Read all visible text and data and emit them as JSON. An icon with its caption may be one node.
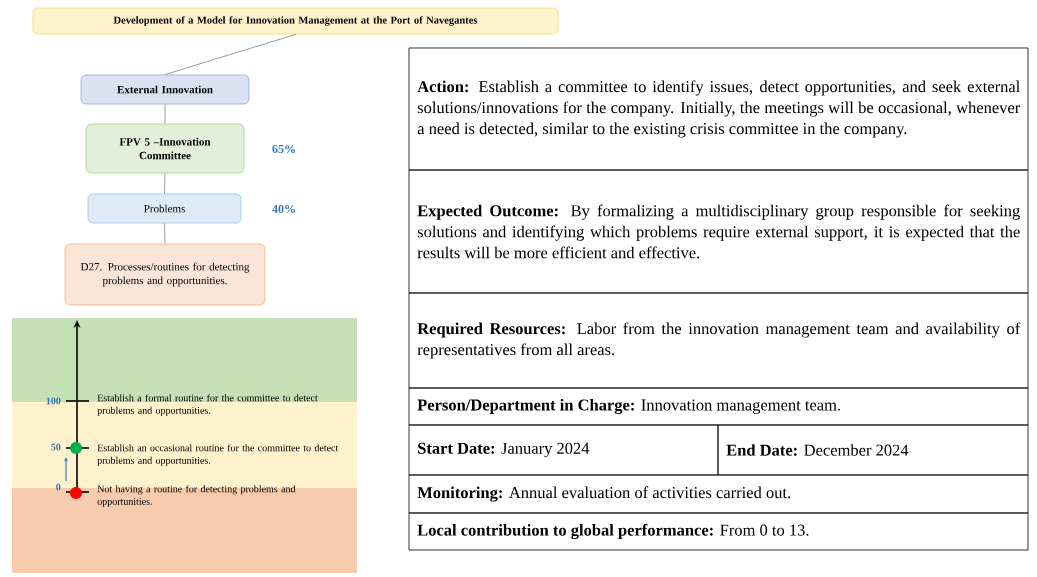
{
  "diagram": {
    "nodes": [
      {
        "text": [
          "Development of a Model for Innovation Management at the Port of Navegantes"
        ]
      },
      {
        "text": [
          "External Innovation"
        ]
      },
      {
        "text": [
          "FPV 5 –Innovation Committee"
        ],
        "beside": [
          "65%"
        ]
      },
      {
        "text": [
          "Problems"
        ],
        "beside": [
          "40%"
        ]
      },
      {
        "text": [
          "D27. Processes/routines for detecting problems and opportunities."
        ]
      }
    ],
    "edges": [
      {
        "from": 0,
        "to": 1,
        "arrow": "none"
      },
      {
        "from": 1,
        "to": 2,
        "arrow": "none"
      },
      {
        "from": 2,
        "to": 3,
        "arrow": "none"
      },
      {
        "from": 3,
        "to": 4,
        "arrow": "none"
      }
    ],
    "labels": [
      "100",
      "Establish a formal routine for the committee to detect problems and opportunities.",
      "50",
      "Establish an occasional routine for the committee to detect problems and opportunities.",
      "0",
      "Not having a routine for detecting problems and opportunities.",
      "**Action:** Establish a committee to identify issues, detect opportunities, and seek external solutions/innovations for the company. Initially, the meetings will be occasional, whenever a need is detected, similar to the existing crisis committee in the company.",
      "**Expected Outcome:** By formalizing a multidisciplinary group responsible for seeking solutions and identifying which problems require external support, it is expected that the results will be more efficient and effective.",
      "**Required Resources:** Labor from the innovation management team and availability of representatives from all areas.",
      "**Person/Department in Charge:** Innovation management team.",
      "**Start Date:** January 2024",
      "**End Date:** December 2024",
      "**Monitoring:** Annual evaluation of activities carried out.",
      "**Local contribution to global performance:** From 0 to 13."
    ]
  }
}
